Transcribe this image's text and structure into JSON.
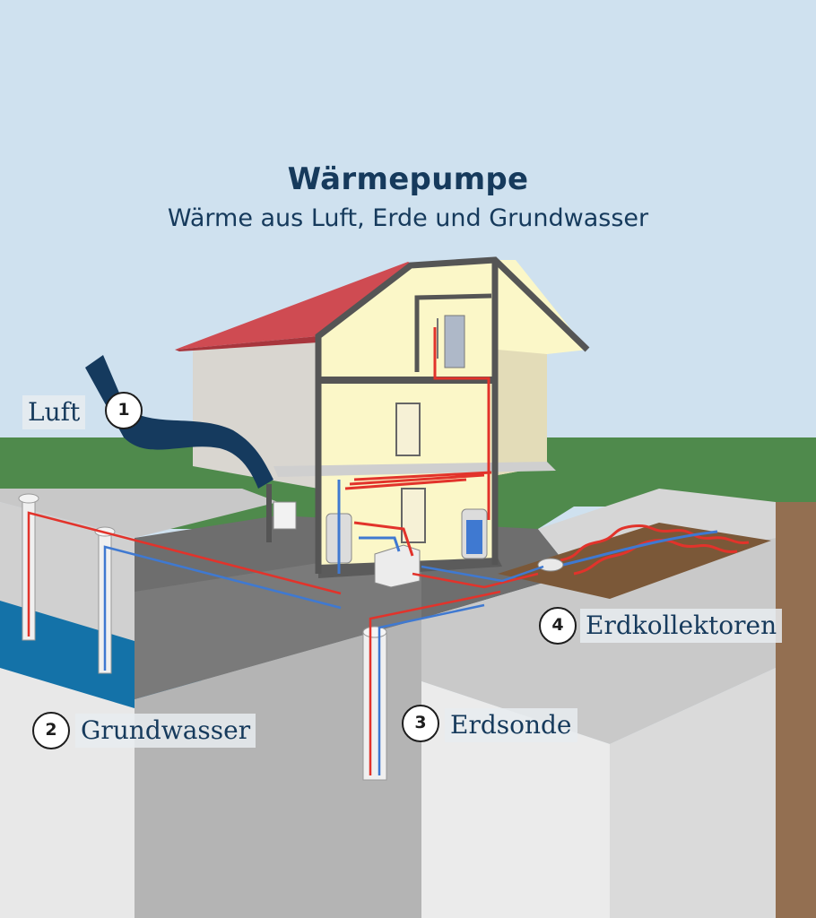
{
  "header": {
    "title": "Wärmepumpe",
    "subtitle": "Wärme aus Luft, Erde und Grundwasser"
  },
  "sources": [
    {
      "number": "1",
      "label": "Luft"
    },
    {
      "number": "2",
      "label": "Grundwasser"
    },
    {
      "number": "3",
      "label": "Erdsonde"
    },
    {
      "number": "4",
      "label": "Erdkollektoren"
    }
  ],
  "colors": {
    "sky": "#cfe1ef",
    "grass": "#4f8a4c",
    "roof": "#cf4b52",
    "house_interior": "#fbf7c8",
    "title_text": "#163a5c",
    "pipe_warm": "#e2332b",
    "pipe_cold": "#3f79d1",
    "groundwater": "#1472a8",
    "air_arrow": "#153a5e",
    "earth_collector_soil": "#7b5838"
  }
}
